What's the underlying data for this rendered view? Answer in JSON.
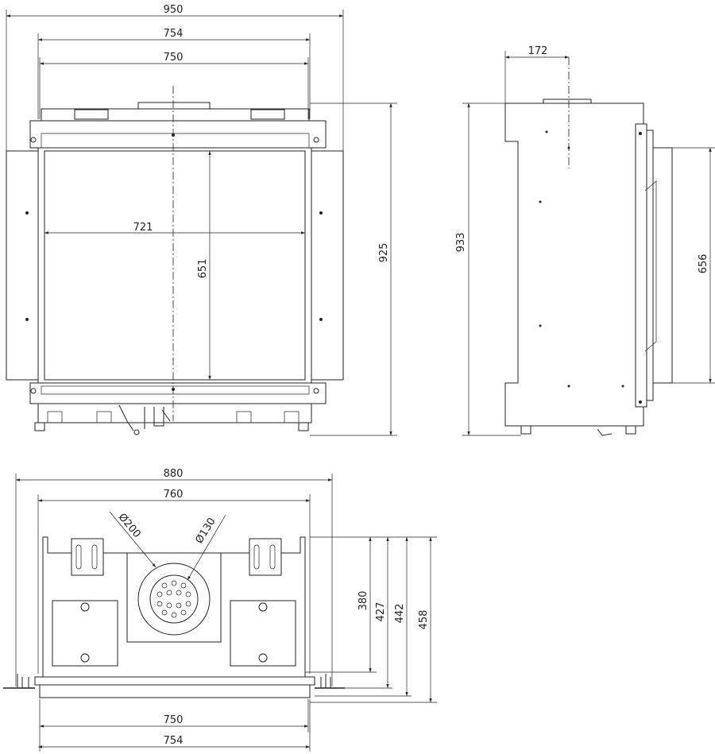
{
  "drawing": {
    "front_view": {
      "dims": {
        "overall_width": "950",
        "frame_width": "754",
        "opening_width": "750",
        "glass_width": "721",
        "glass_height": "651",
        "overall_height": "925"
      }
    },
    "side_view": {
      "dims": {
        "flue_offset": "172",
        "overall_height": "933",
        "front_height": "656"
      }
    },
    "top_view": {
      "dims": {
        "overall_width": "880",
        "inner_width": "760",
        "outer_flue_dia": "Ø200",
        "inner_flue_dia": "Ø130",
        "depth_1": "380",
        "depth_2": "427",
        "depth_3": "442",
        "depth_4": "458",
        "bottom_width_1": "750",
        "bottom_width_2": "754"
      }
    }
  }
}
